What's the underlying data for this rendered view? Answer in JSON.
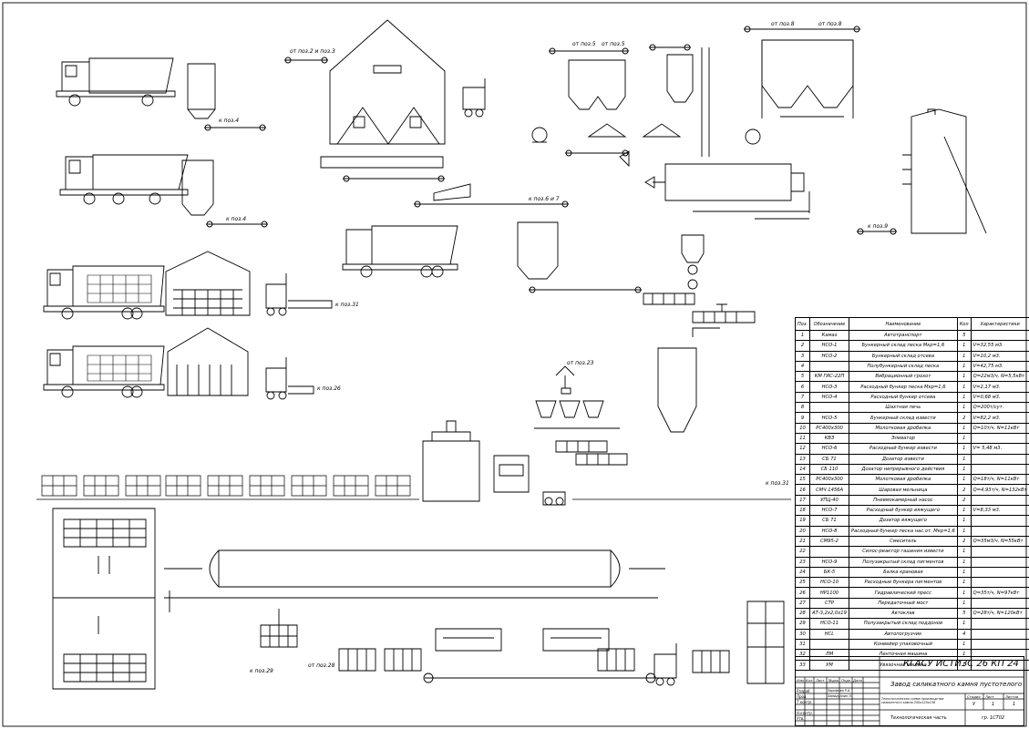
{
  "labels": {
    "from_pos_2_3": "от поз.2 и поз.3",
    "from_pos_5a": "от поз.5",
    "from_pos_5b": "от поз.5",
    "from_pos_8a": "от поз.8",
    "from_pos_8b": "от поз.8",
    "to_pos_4a": "к поз.4",
    "to_pos_4b": "к поз.4",
    "to_pos_6_7": "к поз.6 и 7",
    "to_pos_9": "к поз.9",
    "to_pos_31a": "к поз.31",
    "to_pos_31b": "к поз.31",
    "to_pos_26": "к поз.26",
    "from_pos_23": "от поз.23",
    "to_pos_29": "к поз.29",
    "from_pos_28": "от поз.28"
  },
  "spec": {
    "headers": [
      "Поз.",
      "Обозначение",
      "Наименование",
      "Кол",
      "Характеристики"
    ],
    "rows": [
      [
        "1",
        "Камаз",
        "Автотранспорт",
        "5",
        ""
      ],
      [
        "2",
        "НСО-1",
        "Бункерный склад песка Мкр=1,6",
        "1",
        "V=32,55 м3."
      ],
      [
        "3",
        "НСО-2",
        "Бункерный склад отсева",
        "1",
        "V=10,2 м3."
      ],
      [
        "4",
        "",
        "Полубункерный склад песка",
        "1",
        "V=42,75 м3."
      ],
      [
        "5",
        "КМ ГИС-22П",
        "Вибрационный грохот",
        "1",
        "Q=22м3/ч, N=5,5кВт"
      ],
      [
        "6",
        "НСО-3",
        "Расходный бункер песка Мкр=1,6",
        "1",
        "V=2,17 м3."
      ],
      [
        "7",
        "НСО-4",
        "Расходный бункер отсева",
        "1",
        "V=0,68 м3."
      ],
      [
        "8",
        "",
        "Шахтная печь",
        "1",
        "Q=200т/сут."
      ],
      [
        "9",
        "НСО-5",
        "Бункерный склад извести",
        "2",
        "V=82,2 м3."
      ],
      [
        "10",
        "РС400х300",
        "Молотковая дробилка",
        "1",
        "Q=10т/ч, N=11кВт"
      ],
      [
        "11",
        "КВЗ",
        "Элеватор",
        "1",
        ""
      ],
      [
        "12",
        "НСО-6",
        "Расходный бункер извести",
        "1",
        "V= 5,48 м3."
      ],
      [
        "13",
        "СБ 71",
        "Дозатор извести",
        "1",
        ""
      ],
      [
        "14",
        "СБ 110",
        "Дозатор непрерывного действия",
        "1",
        ""
      ],
      [
        "15",
        "РС400х300",
        "Молотковая дробилка",
        "1",
        "Q=18т/ч, N=11кВт"
      ],
      [
        "16",
        "СМЧ 1456А",
        "Шаровая мельница",
        "2",
        "Q=4,93т/ч, N=132кВт"
      ],
      [
        "17",
        "УПЦ-40",
        "Пневмокамерный насос",
        "2",
        ""
      ],
      [
        "18",
        "НСО-7",
        "Расходный бункер вяжущего",
        "1",
        "V=8,33 м3."
      ],
      [
        "19",
        "СБ 71",
        "Дозатор вяжущего",
        "1",
        ""
      ],
      [
        "20",
        "НСО-8",
        "Расходный бункер песка нас.от. Мкр=1,6",
        "1",
        ""
      ],
      [
        "21",
        "СМ95-2",
        "Смеситель",
        "2",
        "Q=35м3/ч, N=55кВт"
      ],
      [
        "22",
        "",
        "Силос-реактор гашения извести",
        "1",
        ""
      ],
      [
        "23",
        "НСО-9",
        "Полузакрытый склад пигментов",
        "1",
        ""
      ],
      [
        "24",
        "БК-5",
        "Балка крановая",
        "1",
        ""
      ],
      [
        "25",
        "НСО-10",
        "Расходные бункера пигментов",
        "1",
        ""
      ],
      [
        "26",
        "HP1100",
        "Гидравлический пресс",
        "1",
        "Q=35т/ч, N=97кВт"
      ],
      [
        "27",
        "СТР",
        "Передаточный мост",
        "1",
        ""
      ],
      [
        "28",
        "АТ-3,2х2,0х19",
        "Автоклав",
        "5",
        "Q=28т/ч, N=120кВт"
      ],
      [
        "29",
        "НСО-11",
        "Полузакрытый склад поддонов",
        "1",
        ""
      ],
      [
        "30",
        "НСL",
        "Автопогрузчик",
        "4",
        ""
      ],
      [
        "31",
        "",
        "Конвейер упаковочный",
        "1",
        ""
      ],
      [
        "32",
        "ЛМ",
        "Ленточная машина",
        "1",
        ""
      ],
      [
        "33",
        "УМ",
        "Увязочная машина",
        "1",
        ""
      ]
    ]
  },
  "stamp": {
    "code": "КГАСУ ИСТИЗС 26 КП 24",
    "title": "Завод силикатного камня пустотелого",
    "subtitle": "Технологическая схема производства силикатного камня 250х120х138",
    "part": "Технологическая часть",
    "group": "гр. 1СТ02",
    "cols": [
      "Изм",
      "Кол",
      "Лист",
      "№док",
      "Подп",
      "Дата"
    ],
    "roles": [
      "Разраб.",
      "Пров.",
      "Т.контр.",
      "Н.контр.",
      "Утв."
    ],
    "names": [
      "Зарифова Р.А.",
      "Хамидуллин Э."
    ],
    "stage_h": [
      "Стадия",
      "Лист",
      "Листов"
    ],
    "stage_v": [
      "У",
      "1",
      "1"
    ]
  }
}
